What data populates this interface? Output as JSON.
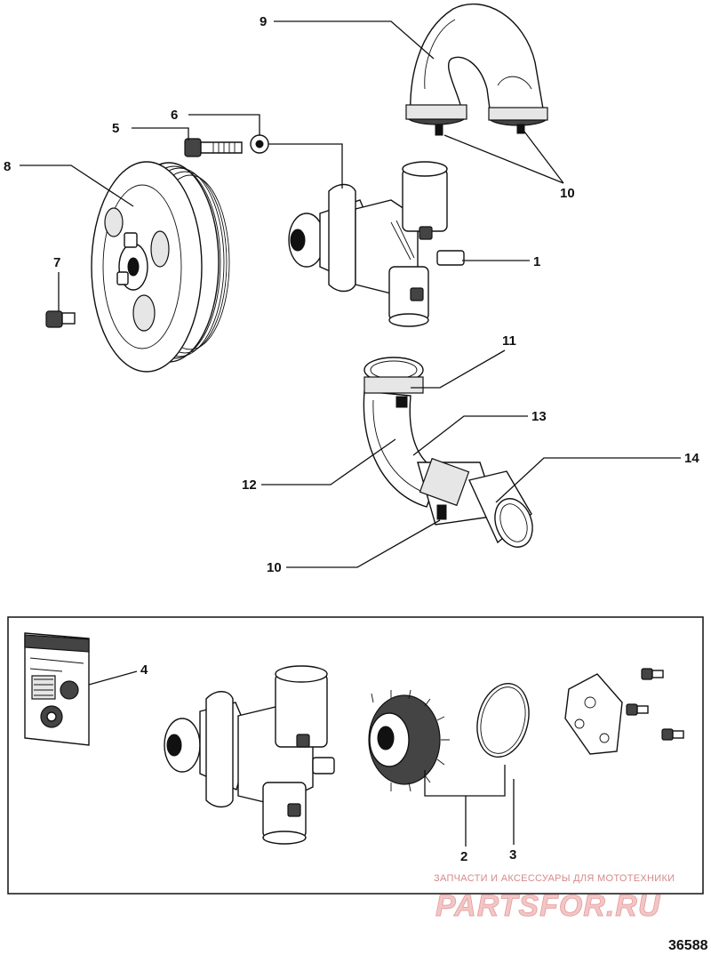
{
  "callouts": {
    "c1": "1",
    "c2": "2",
    "c3": "3",
    "c4": "4",
    "c5": "5",
    "c6": "6",
    "c7": "7",
    "c8": "8",
    "c9": "9",
    "c10a": "10",
    "c10b": "10",
    "c11": "11",
    "c12": "12",
    "c13": "13",
    "c14": "14"
  },
  "watermark": {
    "tagline": "ЗАПЧАСТИ И АКСЕССУАРЫ ДЛЯ МОТОТЕХНИКИ",
    "brand": "PARTSFOR.RU"
  },
  "reference_number": "36588"
}
